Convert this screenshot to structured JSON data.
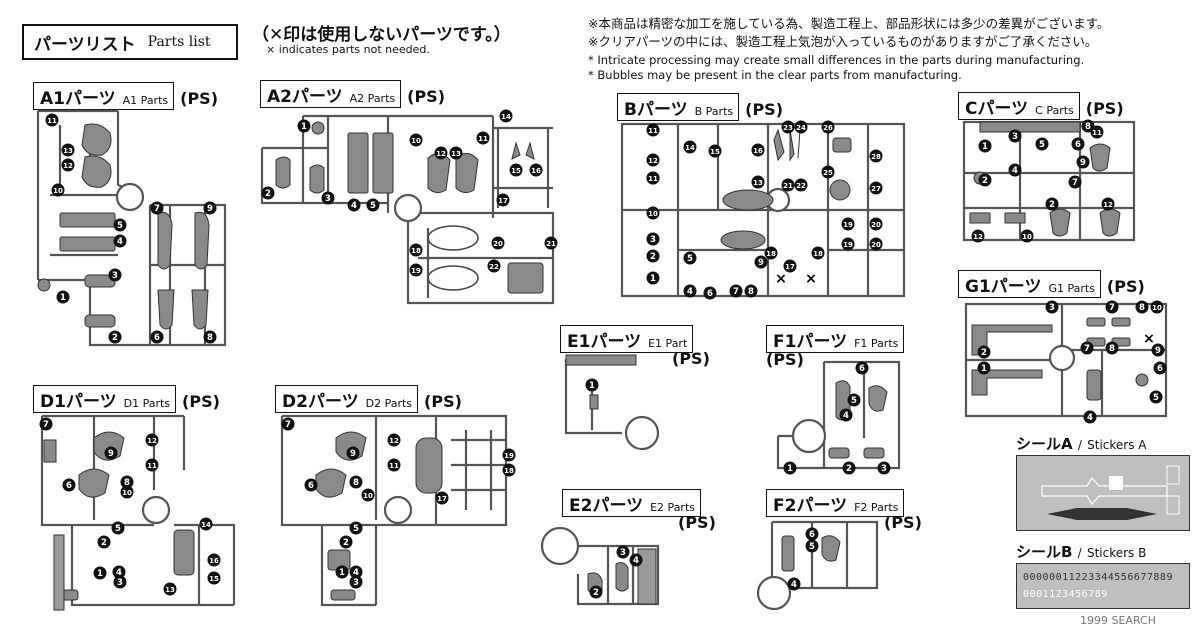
{
  "header": {
    "title_ja": "パーツリスト",
    "title_en": "Parts list",
    "note_ja": "（✕印は使用しないパーツです。）",
    "note_en": "× indicates parts not needed."
  },
  "disclaimer": {
    "line1": "※本商品は精密な加工を施している為、製造工程上、部品形状には多少の差異がございます。",
    "line2": "※クリアパーツの中には、製造工程上気泡が入っているものがありますがご了承ください。",
    "line3": "* Intricate processing may create small differences in the parts during manufacturing.",
    "line4": "* Bubbles may be present in the clear parts from manufacturing."
  },
  "runners": {
    "a1": {
      "name": "A1パーツ",
      "sub": "A1 Parts",
      "material": "(PS)",
      "tag": "A1"
    },
    "a2": {
      "name": "A2パーツ",
      "sub": "A2 Parts",
      "material": "(PS)",
      "tag": "A2"
    },
    "b": {
      "name": "Bパーツ",
      "sub": "B Parts",
      "material": "(PS)"
    },
    "c": {
      "name": "Cパーツ",
      "sub": "C Parts",
      "material": "(PS)"
    },
    "d1": {
      "name": "D1パーツ",
      "sub": "D1 Parts",
      "material": "(PS)"
    },
    "d2": {
      "name": "D2パーツ",
      "sub": "D2 Parts",
      "material": "(PS)",
      "tag": "D2"
    },
    "e1": {
      "name": "E1パーツ",
      "sub": "E1 Part",
      "material": "(PS)",
      "tag": "E1"
    },
    "e2": {
      "name": "E2パーツ",
      "sub": "E2 Parts",
      "material": "(PS)",
      "tag": "E2"
    },
    "f1": {
      "name": "F1パーツ",
      "sub": "F1 Parts",
      "material": "(PS)"
    },
    "f2": {
      "name": "F2パーツ",
      "sub": "F2 Parts",
      "material": "(PS)"
    },
    "g1": {
      "name": "G1パーツ",
      "sub": "G1 Parts",
      "material": "(PS)"
    }
  },
  "stickers": {
    "a": {
      "title_ja": "シールA",
      "sep": "/",
      "title_en": "Stickers A"
    },
    "b": {
      "title_ja": "シールB",
      "sep": "/",
      "title_en": "Stickers B",
      "digits": "00000011223344556677889",
      "digits2": "0001123456789"
    }
  },
  "markers": {
    "a1": [
      "11",
      "13",
      "12",
      "10",
      "5",
      "4",
      "3",
      "1",
      "2",
      "7",
      "9",
      "6",
      "8"
    ],
    "a2": [
      "1",
      "2",
      "3",
      "4",
      "5",
      "10",
      "12",
      "13",
      "11",
      "14",
      "15",
      "16",
      "17",
      "18",
      "19",
      "20",
      "21",
      "22"
    ],
    "b": [
      "11",
      "14",
      "15",
      "16",
      "23",
      "24",
      "26",
      "12",
      "28",
      "10",
      "11",
      "13",
      "21",
      "22",
      "25",
      "27",
      "10",
      "3",
      "19",
      "20",
      "2",
      "5",
      "9",
      "18",
      "17",
      "18",
      "19",
      "20",
      "1",
      "4",
      "6",
      "7",
      "8"
    ],
    "b_excluded": [
      "×",
      "×"
    ],
    "c": [
      "8",
      "3",
      "5",
      "1",
      "6",
      "2",
      "7",
      "4",
      "9",
      "2",
      "12",
      "12",
      "10",
      "11"
    ],
    "d1": [
      "7",
      "9",
      "12",
      "11",
      "6",
      "8",
      "10",
      "5",
      "2",
      "14",
      "4",
      "1",
      "3",
      "16",
      "15",
      "13"
    ],
    "d2": [
      "7",
      "9",
      "12",
      "11",
      "6",
      "8",
      "10",
      "17",
      "19",
      "18",
      "5",
      "2",
      "4",
      "1",
      "3"
    ],
    "e1": [
      "1"
    ],
    "e2": [
      "3",
      "4",
      "2"
    ],
    "f1": [
      "6",
      "5",
      "4",
      "1",
      "2",
      "3"
    ],
    "f2": [
      "6",
      "5",
      "4"
    ],
    "g1": [
      "3",
      "7",
      "8",
      "10",
      "7",
      "8",
      "9",
      "2",
      "1",
      "6",
      "5",
      "4"
    ],
    "g1_excluded": [
      "×"
    ]
  },
  "watermark": "1999 SEARCH",
  "colors": {
    "runner": "#555555",
    "part": "#8a8a8a",
    "marker": "#111111",
    "sheet": "#bfbfbf"
  }
}
